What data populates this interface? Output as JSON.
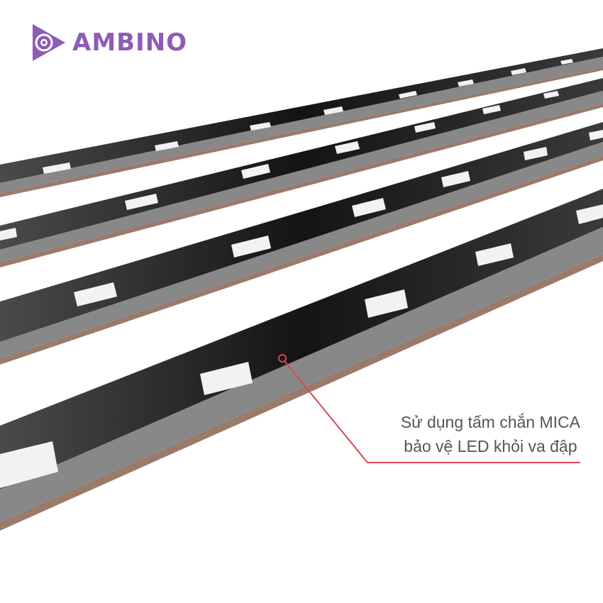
{
  "brand": {
    "name": "AMBINO",
    "color": "#8e5bb5",
    "icon": "play-eye-logo-icon"
  },
  "caption": {
    "line1": "Sử dụng tấm chắn MICA",
    "line2": "bảo vệ LED khỏi va đập",
    "callout_color": "#d9484e"
  },
  "colors": {
    "strip_top": "#2a2a2a",
    "strip_side": "#8a8a8a",
    "strip_base": "#9a7a6a",
    "led": "#f2f2f2"
  }
}
